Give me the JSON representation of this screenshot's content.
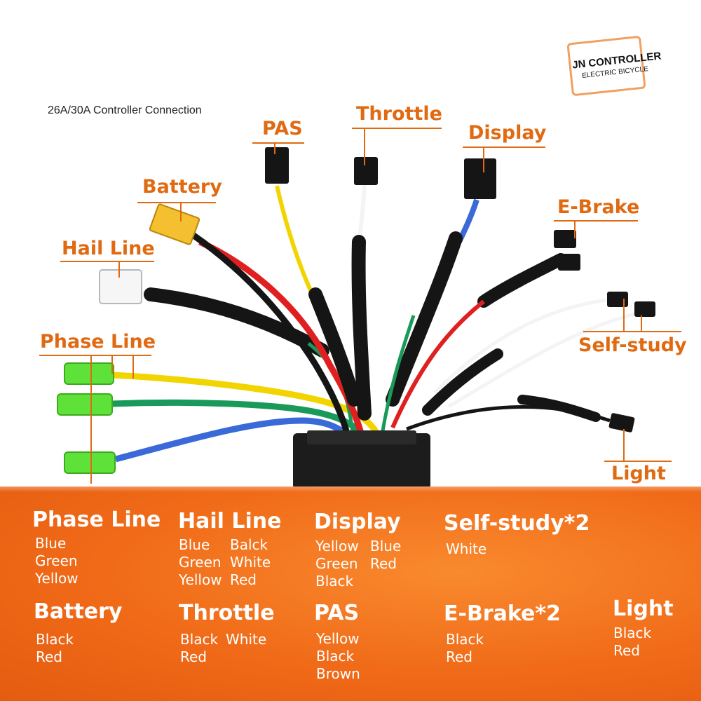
{
  "subtitle": "26A/30A Controller Connection",
  "logo": {
    "line1": "JN CONTROLLER",
    "line2": "ELECTRIC BICYCLE"
  },
  "callouts": {
    "pas": "PAS",
    "throttle": "Throttle",
    "display": "Display",
    "battery": "Battery",
    "ebrake": "E-Brake",
    "hail": "Hail Line",
    "phase": "Phase Line",
    "selfstudy": "Self-study",
    "light": "Light"
  },
  "legend": {
    "phase": {
      "title": "Phase Line",
      "col1": [
        "Blue",
        "Green",
        "Yellow"
      ]
    },
    "hail": {
      "title": "Hail Line",
      "col1": [
        "Blue",
        "Green",
        "Yellow"
      ],
      "col2": [
        "Balck",
        "White",
        "Red"
      ]
    },
    "display": {
      "title": "Display",
      "col1": [
        "Yellow",
        "Green",
        "Black"
      ],
      "col2": [
        "Blue",
        "Red"
      ]
    },
    "selfstudy": {
      "title": "Self-study*2",
      "col1": [
        "White"
      ]
    },
    "battery": {
      "title": "Battery",
      "col1": [
        "Black",
        "Red"
      ]
    },
    "throttle": {
      "title": "Throttle",
      "col1": [
        "Black",
        "Red"
      ],
      "col2": [
        "White"
      ]
    },
    "pas": {
      "title": "PAS",
      "col1": [
        "Yellow",
        "Black",
        "Brown"
      ]
    },
    "ebrake": {
      "title": "E-Brake*2",
      "col1": [
        "Black",
        "Red"
      ]
    },
    "light": {
      "title": "Light",
      "col1": [
        "Black",
        "Red"
      ]
    }
  },
  "colors": {
    "accent": "#e06a12",
    "legend_bg": "#f27a22",
    "wire_red": "#e02020",
    "wire_black": "#151515",
    "wire_yellow": "#f2d400",
    "wire_green": "#1a9a5a",
    "wire_blue": "#3a6ad8",
    "wire_white": "#f4f4f4",
    "connector_green": "#5ee23a",
    "xt_yellow": "#f4c030"
  }
}
